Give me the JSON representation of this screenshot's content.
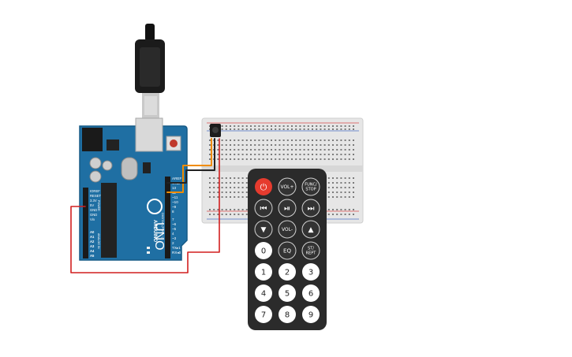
{
  "arduino": {
    "brand": "ARDUINO",
    "model": "UNO",
    "labels": {
      "aref": "AREF",
      "gnd": "GND",
      "d13": "13",
      "d12": "12",
      "d11": "~11",
      "d10": "~10",
      "d9": "~9",
      "d8": "8",
      "d7": "7",
      "d6": "~6",
      "d5": "~5",
      "d4": "4",
      "d3": "~3",
      "d2": "2",
      "tx": "TX▸1",
      "rx": "RX◂0",
      "digital": "DIGITAL (PWM ~)",
      "ioref": "IOREF",
      "reset": "RESET",
      "v33": "3.3V",
      "v5": "5V",
      "gnd1": "GND",
      "gnd2": "GND",
      "vin": "Vin",
      "a0": "A0",
      "a1": "A1",
      "a2": "A2",
      "a3": "A3",
      "a4": "A4",
      "a5": "A5",
      "power": "POWER",
      "analog": "ANALOG IN"
    }
  },
  "remote": {
    "buttons": [
      {
        "id": "power",
        "label": "⏻"
      },
      {
        "id": "vol-up",
        "label": "VOL+"
      },
      {
        "id": "func-stop-1",
        "label": "FUNC/"
      },
      {
        "id": "func-stop-2",
        "label": "STOP"
      },
      {
        "id": "prev",
        "label": "⏮"
      },
      {
        "id": "play-pause",
        "label": "⏯"
      },
      {
        "id": "next",
        "label": "⏭"
      },
      {
        "id": "down",
        "label": "▼"
      },
      {
        "id": "vol-down",
        "label": "VOL-"
      },
      {
        "id": "up",
        "label": "▲"
      },
      {
        "id": "zero",
        "label": "0"
      },
      {
        "id": "eq",
        "label": "EQ"
      },
      {
        "id": "st-rept-1",
        "label": "ST/"
      },
      {
        "id": "st-rept-2",
        "label": "REPT"
      },
      {
        "id": "one",
        "label": "1"
      },
      {
        "id": "two",
        "label": "2"
      },
      {
        "id": "three",
        "label": "3"
      },
      {
        "id": "four",
        "label": "4"
      },
      {
        "id": "five",
        "label": "5"
      },
      {
        "id": "six",
        "label": "6"
      },
      {
        "id": "seven",
        "label": "7"
      },
      {
        "id": "eight",
        "label": "8"
      },
      {
        "id": "nine",
        "label": "9"
      }
    ]
  },
  "colors": {
    "board": "#1f6fa3",
    "board_edge": "#165a86",
    "breadboard": "#e6e6e6",
    "remote_body": "#2b2b2b",
    "button": "#ffffff",
    "button_dark": "#333333",
    "power_button": "#e63b2e",
    "wire_red": "#d21f1f",
    "wire_orange": "#f08c00",
    "wire_black": "#222222"
  }
}
